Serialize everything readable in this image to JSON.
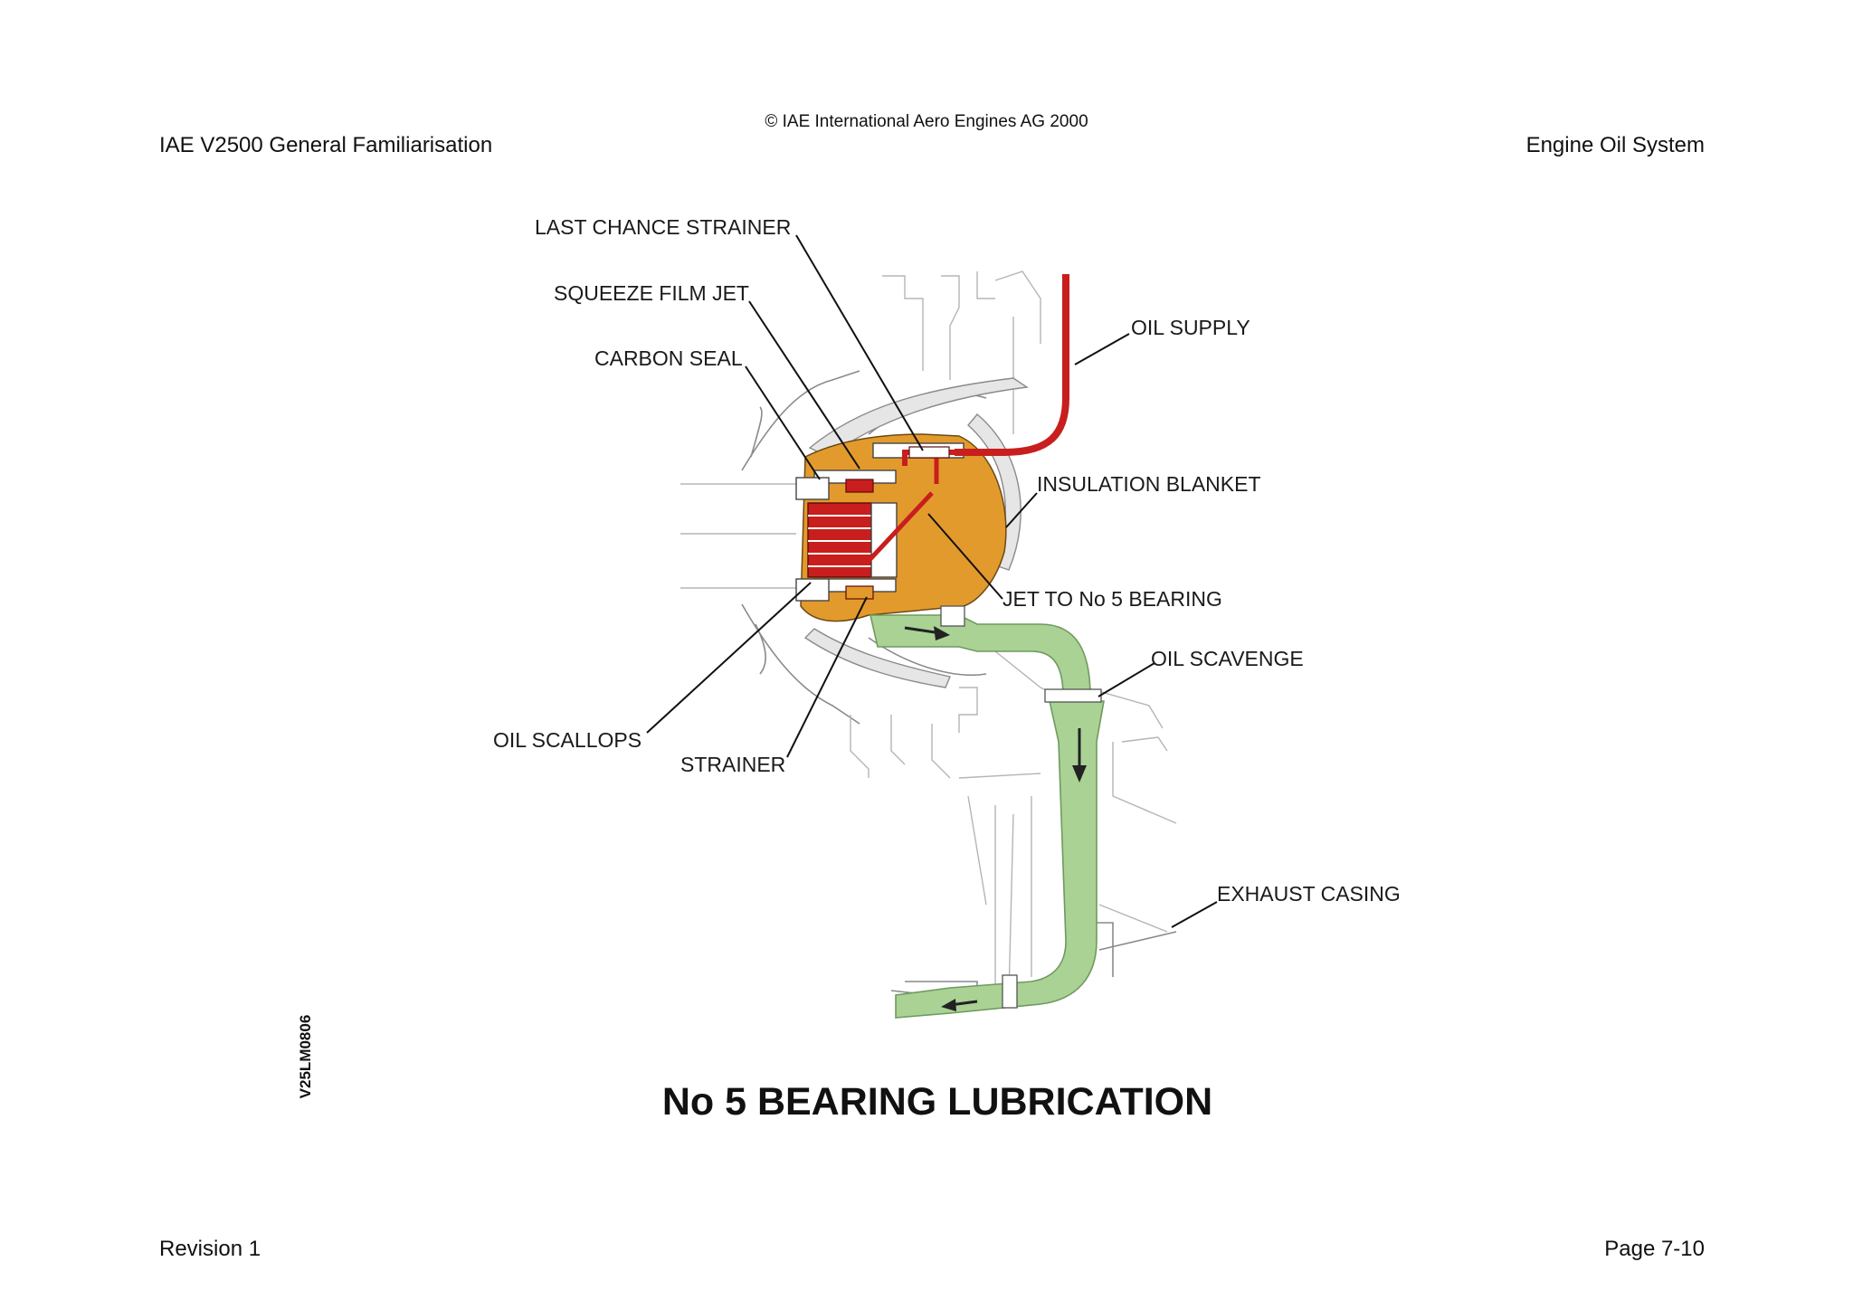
{
  "header": {
    "copyright": "© IAE International Aero Engines AG 2000",
    "left": "IAE V2500 General Familiarisation",
    "right": "Engine Oil System"
  },
  "footer": {
    "left": "Revision 1",
    "right": "Page 7-10"
  },
  "diagram": {
    "title": "No 5 BEARING LUBRICATION",
    "reference": "V25LM0806",
    "labels": {
      "last_chance_strainer": "LAST CHANCE STRAINER",
      "squeeze_film_jet": "SQUEEZE FILM JET",
      "carbon_seal": "CARBON SEAL",
      "oil_supply": "OIL SUPPLY",
      "insulation_blanket": "INSULATION BLANKET",
      "jet_to_no5_bearing": "JET TO No 5 BEARING",
      "oil_scavenge": "OIL SCAVENGE",
      "oil_scallops": "OIL SCALLOPS",
      "strainer": "STRAINER",
      "exhaust_casing": "EXHAUST CASING"
    },
    "colors": {
      "oil_supply": "#c81e1e",
      "bearing_chamber": "#e39a2c",
      "oil_scavenge": "#a9d294",
      "scavenge_outline": "#6f9a5e",
      "structure": "#8a8a8a"
    }
  }
}
